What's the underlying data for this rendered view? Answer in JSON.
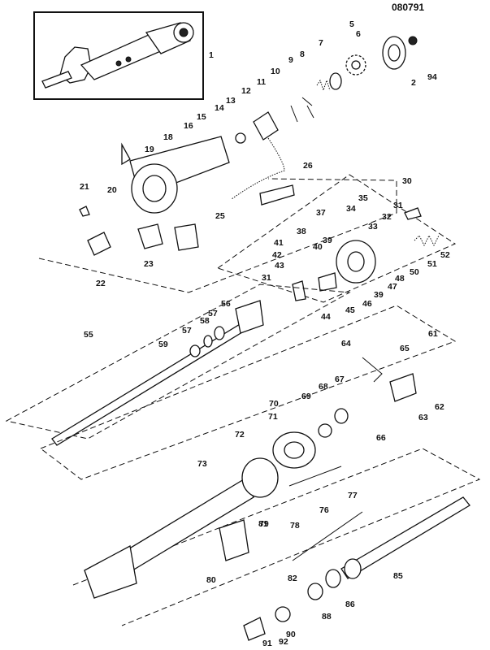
{
  "drawing_code": "080791",
  "inset_callout": "1",
  "callouts": [
    "2",
    "5",
    "6",
    "7",
    "8",
    "9",
    "10",
    "11",
    "12",
    "13",
    "14",
    "15",
    "16",
    "18",
    "19",
    "20",
    "21",
    "22",
    "23",
    "25",
    "26",
    "30",
    "31",
    "31",
    "32",
    "33",
    "34",
    "35",
    "37",
    "38",
    "39",
    "39",
    "40",
    "41",
    "42",
    "43",
    "44",
    "45",
    "46",
    "47",
    "48",
    "50",
    "51",
    "52",
    "55",
    "56",
    "57",
    "57",
    "58",
    "59",
    "61",
    "62",
    "63",
    "64",
    "65",
    "66",
    "67",
    "68",
    "69",
    "70",
    "71",
    "72",
    "73",
    "76",
    "77",
    "78",
    "79",
    "80",
    "81",
    "82",
    "85",
    "86",
    "88",
    "90",
    "91",
    "92",
    "94"
  ]
}
